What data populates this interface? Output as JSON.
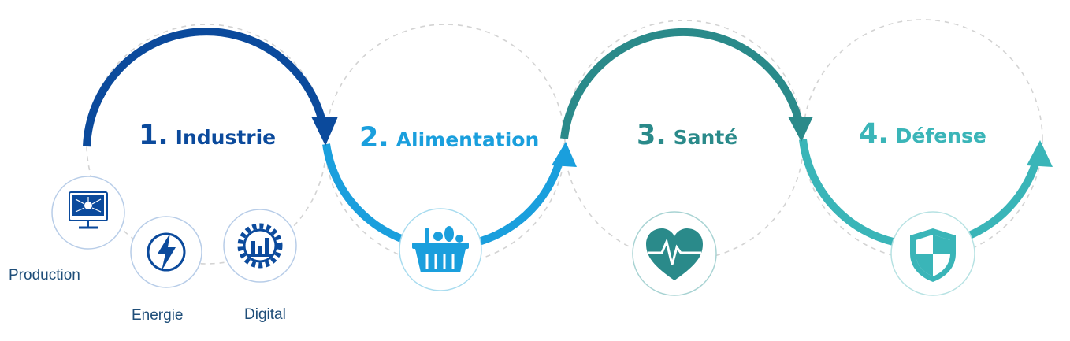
{
  "steps": [
    {
      "number": "1.",
      "label": "Industrie",
      "color": "#004a9c",
      "icon": "monitor-circuit-icon"
    },
    {
      "number": "2.",
      "label": "Alimentation",
      "color": "#1a9fdd",
      "icon": "food-basket-icon"
    },
    {
      "number": "3.",
      "label": "Santé",
      "color": "#2a8a8a",
      "icon": "heart-pulse-icon"
    },
    {
      "number": "4.",
      "label": "Défense",
      "color": "#3ab5b8",
      "icon": "shield-icon"
    }
  ],
  "sub_items": [
    {
      "label": "Production",
      "icon": "monitor-circuit-icon"
    },
    {
      "label": "Energie",
      "icon": "lightning-bolt-icon"
    },
    {
      "label": "Digital",
      "icon": "factory-gear-icon"
    }
  ],
  "colors": {
    "dashed_circle": "#d3d3d3",
    "icon_ring": "#b8cde8",
    "sub_text": "#1f4e79"
  }
}
